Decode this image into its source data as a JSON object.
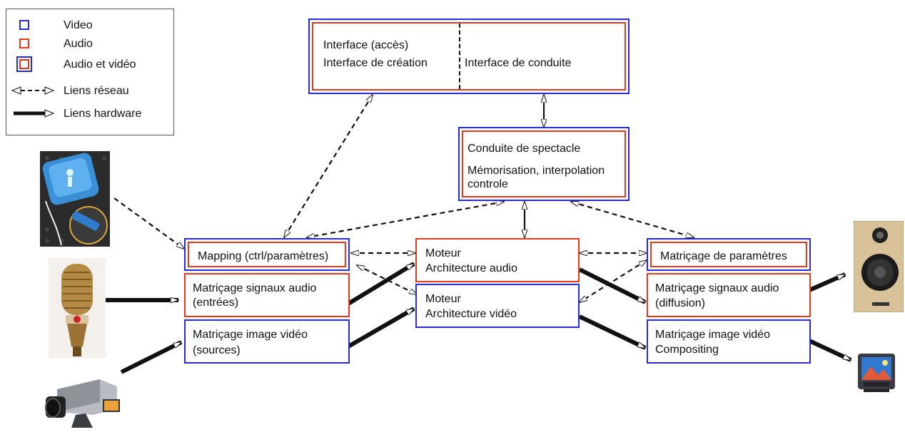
{
  "legend": {
    "video": "Video",
    "audio": "Audio",
    "audio_video": "Audio et vidéo",
    "network": "Liens réseau",
    "hardware": "Liens hardware"
  },
  "colors": {
    "video": "#2a2ad8",
    "audio": "#e8391b",
    "link": "#111111"
  },
  "interface": {
    "line1": "Interface (accès)",
    "line2": "Interface de création",
    "right": "Interface de conduite"
  },
  "conduite": {
    "line1": "Conduite de spectacle",
    "line2": "Mémorisation, interpolation",
    "line3": "controle"
  },
  "mapping": {
    "label": "Mapping (ctrl/paramètres)"
  },
  "audio_in": {
    "line1": "Matriçage signaux audio",
    "line2": "(entrées)"
  },
  "video_in": {
    "line1": "Matriçage image vidéo",
    "line2": "(sources)"
  },
  "engine_audio": {
    "line1": "Moteur",
    "line2": "Architecture audio"
  },
  "engine_video": {
    "line1": "Moteur",
    "line2": "Architecture vidéo"
  },
  "param_matrix": {
    "label": "Matriçage de paramètres"
  },
  "audio_out": {
    "line1": "Matriçage signaux audio",
    "line2": "(diffusion)"
  },
  "video_out": {
    "line1": "Matriçage image vidéo",
    "line2": "Compositing"
  },
  "devices": {
    "controller": "controller-device-icon",
    "microphone": "microphone-icon",
    "camera": "camcorder-icon",
    "speaker": "speaker-icon",
    "tv": "television-icon"
  }
}
